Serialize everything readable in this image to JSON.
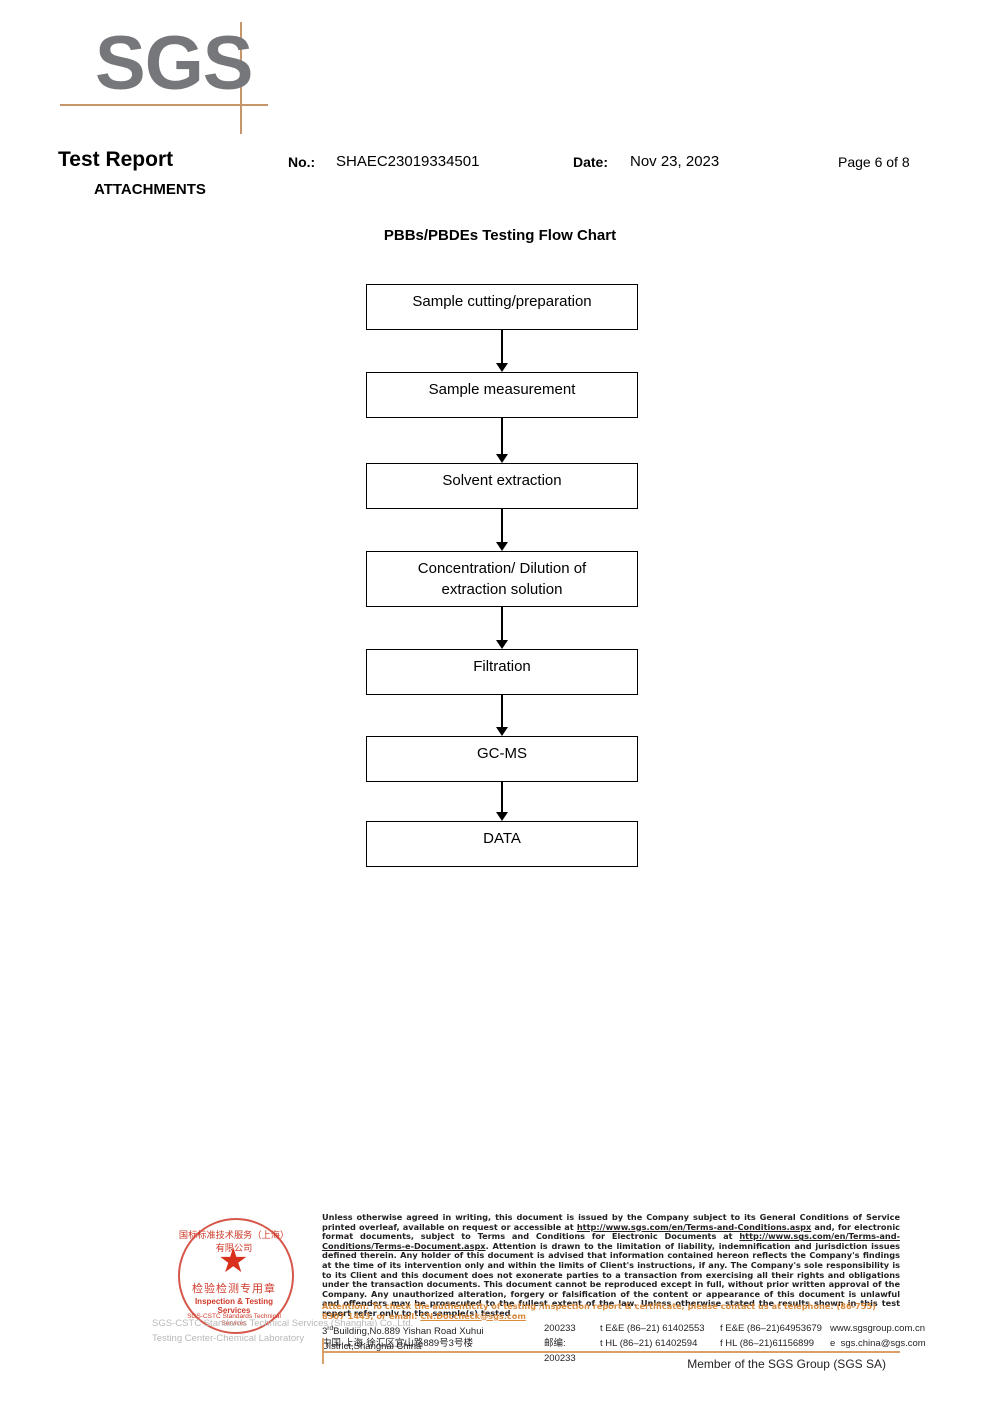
{
  "logo": {
    "text": "SGS"
  },
  "header": {
    "title": "Test Report",
    "attachments": "ATTACHMENTS",
    "no_label": "No.:",
    "no_value": "SHAEC23019334501",
    "date_label": "Date:",
    "date_value": "Nov 23, 2023",
    "page": "Page 6 of 8"
  },
  "flow": {
    "title": "PBBs/PBDEs Testing Flow Chart",
    "steps": [
      {
        "label": "Sample cutting/preparation",
        "lines": 1
      },
      {
        "label": "Sample measurement",
        "lines": 1
      },
      {
        "label": "Solvent extraction",
        "lines": 1
      },
      {
        "label": "Concentration/ Dilution of extraction solution",
        "line1": "Concentration/ Dilution of",
        "line2": "extraction solution",
        "lines": 2
      },
      {
        "label": "Filtration",
        "lines": 1
      },
      {
        "label": "GC-MS",
        "lines": 1
      },
      {
        "label": "DATA",
        "lines": 1
      }
    ]
  },
  "stamp": {
    "arc_top": "国标标准技术服务（上海）有限公司",
    "star": "★",
    "cn_text": "检验检测专用章",
    "en_text": "Inspection & Testing Services",
    "arc_bottom": "SGS-CSTC Standards Technical Services"
  },
  "watermark": {
    "line1": "SGS-CSTC Standards Technical Services (Shanghai) Co.,Ltd.",
    "line2": "Testing Center-Chemical Laboratory"
  },
  "legal": {
    "body_1": "Unless otherwise agreed in writing, this document is issued by the Company subject to its General Conditions of Service printed overleaf, available on request or accessible at ",
    "url_1": "http://www.sgs.com/en/Terms-and-Conditions.aspx",
    "body_2": " and, for electronic format documents, subject to Terms and Conditions for Electronic Documents at ",
    "url_2": "http://www.sgs.com/en/Terms-and-Conditions/Terms-e-Document.aspx",
    "body_3": ". Attention is drawn to the limitation of liability, indemnification and jurisdiction issues defined therein. Any holder of this document is advised that information contained hereon reflects the Company's findings at the time of its intervention only and within the limits of Client's instructions, if any. The Company's sole responsibility is to its Client and this document does not exonerate parties to a transaction from exercising all their rights and obligations under the transaction documents. This document cannot be reproduced except in full, without prior written approval of the Company. Any unauthorized alteration, forgery or falsification of the content or appearance of this document is unlawful and offenders may be prosecuted to the fullest extent of the law. Unless otherwise stated the results shown in this test report refer only to the sample(s) tested .",
    "attention_1": "Attention: To check the authenticity of testing /inspection report & certificate, please contact us at telephone: (86-755) 8307 1443, or email: ",
    "attention_email": "CN.Doccheck@sgs.com"
  },
  "address": {
    "en_address": "Building,No.889 Yishan Road Xuhui District,Shanghai China",
    "en_address_sup": "rd",
    "en_address_prefix": "3",
    "en_zip": "200233",
    "cn_address": "中国·上海·徐汇区宜山路889号3号楼",
    "cn_zip_label": "邮编:",
    "cn_zip": "200233",
    "tel_ee": "t E&E (86–21) 61402553",
    "fax_ee": "f E&E (86–21)64953679",
    "web": "www.sgsgroup.com.cn",
    "tel_hl": "t HL (86–21) 61402594",
    "fax_hl": "f HL (86–21)61156899",
    "email_prefix": "e",
    "email": "sgs.china@sgs.com"
  },
  "member_line": "Member of the SGS Group (SGS SA)",
  "colors": {
    "accent_orange": "#c8956b",
    "logo_gray": "#76777a",
    "stamp_red": "#cf3a2a",
    "attention_orange": "#d98c3f"
  }
}
